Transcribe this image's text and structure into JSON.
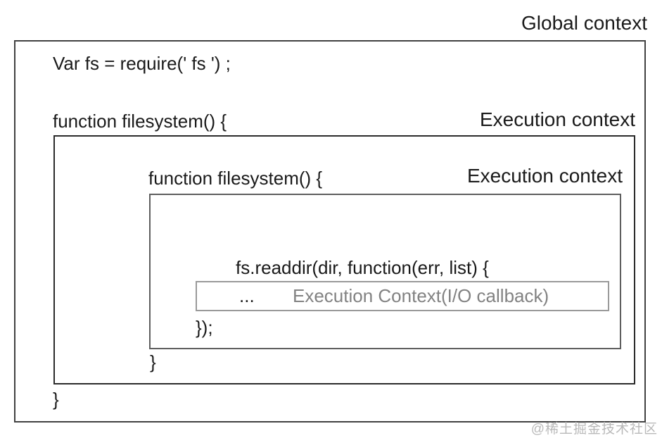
{
  "title": "Global context",
  "colors": {
    "text": "#1a1a1a",
    "muted": "#828282",
    "border_outer": "#414141",
    "border_mid": "#2b2b2b",
    "border_inner": "#5e5e5e",
    "border_callback": "#9a9a9a",
    "watermark": "#b9b9b9",
    "background": "#ffffff"
  },
  "global_box": {
    "line_require": "Var fs = require(' fs ') ;",
    "function_line": "function filesystem() {",
    "context_label": "Execution context",
    "close_brace": "}",
    "execution_box": {
      "function_line": "function filesystem() {",
      "context_label": "Execution context",
      "close_brace": "}",
      "inner_box": {
        "readdir_line": "fs.readdir(dir, function(err, list) {",
        "close_line": "});",
        "callback_box": {
          "ellipsis": "...",
          "label": "Execution Context(I/O callback)"
        }
      }
    }
  },
  "watermark": "@稀土掘金技术社区"
}
